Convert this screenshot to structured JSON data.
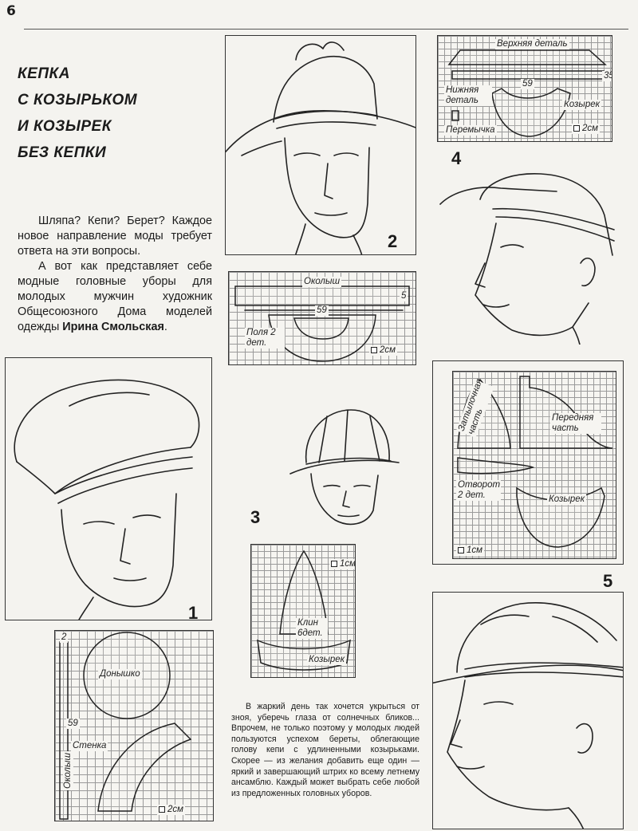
{
  "page": {
    "number": "6"
  },
  "title_lines": [
    "Кепка",
    "с козырьком",
    "и козырек",
    "без кепки"
  ],
  "intro": {
    "p1": "Шляпа? Кепи? Берет? Каждое новое направление моды требует ответа на эти вопросы.",
    "p2_before": "А вот как представляет себе модные головные уборы для молодых мужчин художник Общесоюзного Дома моделей одежды ",
    "p2_author": "Ирина Смольская",
    "p2_after": "."
  },
  "figures": {
    "f1": {
      "number": "1"
    },
    "f2": {
      "number": "2"
    },
    "f3": {
      "number": "3"
    },
    "f4": {
      "number": "4"
    },
    "f5": {
      "number": "5"
    }
  },
  "patterns": {
    "p1": {
      "top_label": "Донышко",
      "mid_label": "Стенка",
      "side_label": "Околыш",
      "dim_59": "59",
      "dim_2": "2",
      "scale": "2см"
    },
    "p2": {
      "top_label": "Околыш",
      "dim_59": "59",
      "dim_5": "5",
      "brim_label": "Поля 2 дет.",
      "scale": "2см"
    },
    "p3": {
      "wedge_label": "Клин 6дет.",
      "visor_label": "Козырек",
      "scale": "1см"
    },
    "p4": {
      "top_label": "Верхняя деталь",
      "lower_label": "Нижняя деталь",
      "visor_label": "Козырек",
      "bridge_label": "Перемычка",
      "dim_59": "59",
      "dim_35": "35",
      "scale": "2см"
    },
    "p5": {
      "back_label": "Затылочная часть",
      "front_label": "Передняя часть",
      "lapel_label": "Отворот 2 дет.",
      "visor_label": "Козырек",
      "scale": "1см"
    }
  },
  "caption": "В жаркий день так хочется укрыться от зноя, уберечь глаза от солнечных бликов... Впрочем, не только поэтому у молодых людей пользуются успехом береты, облегающие голову кепи с удлиненными козырьками. Скорее — из желания добавить еще один — яркий и завершающий штрих ко всему летнему ансамблю. Каждый может выбрать себе любой из предложенных головных уборов."
}
